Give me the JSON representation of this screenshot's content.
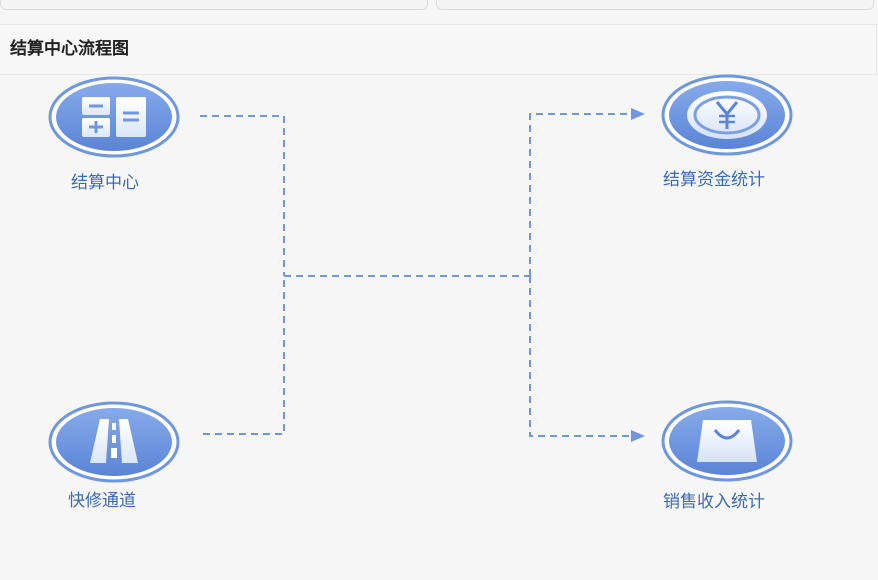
{
  "panel": {
    "title": "结算中心流程图"
  },
  "nodes": {
    "settlement_center": {
      "label": "结算中心",
      "icon": "calculator-icon"
    },
    "express_repair": {
      "label": "快修通道",
      "icon": "road-icon"
    },
    "settlement_fund_stats": {
      "label": "结算资金统计",
      "icon": "yen-coin-icon"
    },
    "sales_revenue_stats": {
      "label": "销售收入统计",
      "icon": "shopping-bag-icon"
    }
  },
  "colors": {
    "accent": "#6f97de",
    "accent_dark": "#4f7cd0",
    "label": "#3a6ab8",
    "line": "#6f97de"
  }
}
